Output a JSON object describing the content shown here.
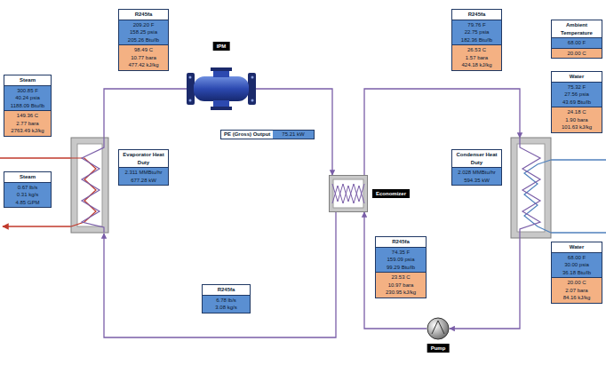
{
  "diagram": {
    "nodes": [
      {
        "text": [
          "R245fa",
          "209.20 F",
          "158.25 psia",
          "205.26 Btu/lb",
          "98.49 C",
          "10.77 bara",
          "477.42 kJ/kg"
        ]
      },
      {
        "text": [
          "IPM"
        ]
      },
      {
        "text": [
          "R245fa",
          "79.76 F",
          "22.75 psia",
          "182.36 Btu/lb",
          "26.53 C",
          "1.57 bara",
          "424.18 kJ/kg"
        ]
      },
      {
        "text": [
          "Ambient Temperature",
          "68.00 F",
          "20.00 C"
        ]
      },
      {
        "text": [
          "Steam",
          "300.85 F",
          "40.24 psia",
          "1188.09 Btu/lb",
          "149.36 C",
          "2.77 bara",
          "2763.49 kJ/kg"
        ]
      },
      {
        "text": [
          "Water",
          "75.32 F",
          "27.56 psia",
          "43.69 Btu/lb",
          "24.18 C",
          "1.90 bara",
          "101.63 kJ/kg"
        ]
      },
      {
        "text": [
          "PE (Gross) Output",
          "75.21 kW"
        ]
      },
      {
        "text": [
          "Evaporator Heat Duty",
          "2.311 MMBtu/hr",
          "677.28 kW"
        ]
      },
      {
        "text": [
          "Condenser Heat Duty",
          "2.028 MMBtu/hr",
          "594.35 kW"
        ]
      },
      {
        "text": [
          "Economizer"
        ]
      },
      {
        "text": [
          "Steam",
          "0.67 lb/s",
          "0.31 kg/s",
          "4.85 GPM"
        ]
      },
      {
        "text": [
          "R245fa",
          "74.35 F",
          "159.09 psia",
          "99.29 Btu/lb",
          "23.53 C",
          "10.97 bara",
          "230.95 kJ/kg"
        ]
      },
      {
        "text": [
          "Water",
          "68.00 F",
          "30.00 psia",
          "36.18 Btu/lb",
          "20.00 C",
          "2.07 bara",
          "84.16 kJ/kg"
        ]
      },
      {
        "text": [
          "R245fa",
          "6.78 lb/s",
          "3.08 kg/s"
        ]
      },
      {
        "text": [
          "Pump"
        ]
      }
    ],
    "edges": [
      {
        "from": 1,
        "to": 9,
        "arrow": "to"
      },
      {
        "from": 14,
        "to": 9,
        "arrow": "to"
      }
    ]
  }
}
